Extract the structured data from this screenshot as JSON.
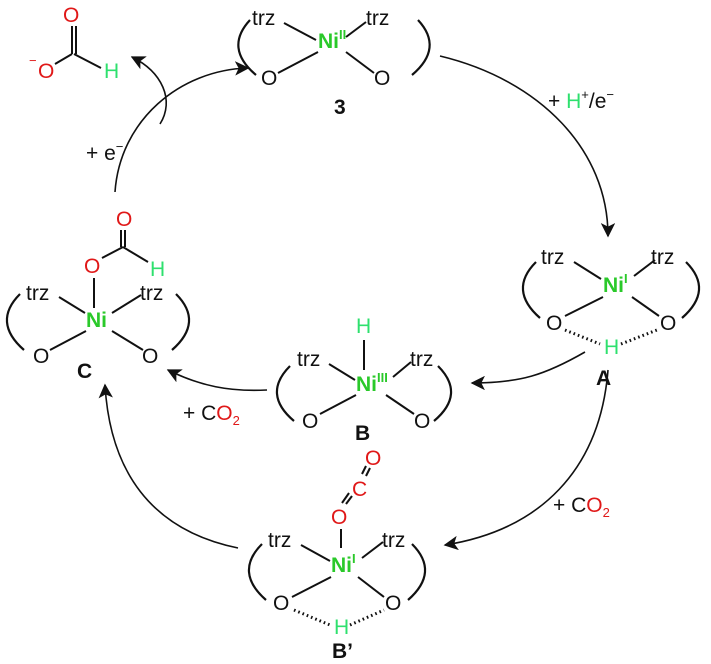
{
  "atoms": {
    "ni": "Ni",
    "trz": "trz",
    "o": "O",
    "h": "H",
    "c": "C",
    "minus": "−"
  },
  "ox_states": {
    "ni_I": "I",
    "ni_II": "II",
    "ni_III": "III"
  },
  "labels": {
    "complex_3": "3",
    "complex_A": "A",
    "complex_B": "B",
    "complex_B_prime": "B’",
    "complex_C": "C"
  },
  "steps": {
    "proton_electron": {
      "plus": "+ ",
      "h": "H",
      "plus_sup": "+",
      "slash_e": "/e",
      "minus_sup": "−"
    },
    "co2": {
      "plus": "+ ",
      "c": "C",
      "o": "O",
      "sub": "2"
    },
    "electron": {
      "text": "+ e",
      "minus_sup": "−"
    }
  },
  "colors": {
    "nickel": "#2ac92a",
    "hydrogen": "#2ee06e",
    "oxygen_carbon_dioxide": "#e01818",
    "text": "#111111"
  }
}
